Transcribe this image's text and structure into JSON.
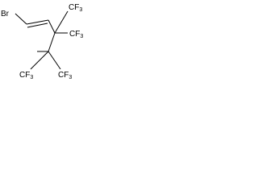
{
  "molecule": {
    "atoms": {
      "br": "Br",
      "cf3_top": "CF",
      "cf3_top_sub": "3",
      "cf3_right": "CF",
      "cf3_right_sub": "3",
      "cf3_bottom_left": "F",
      "cf3_bottom_left_sub": "3",
      "cf3_bottom_left_prefix": "C",
      "cf3_bottom_right": "CF",
      "cf3_bottom_right_sub": "3"
    },
    "colors": {
      "bond": "#000000",
      "label": "#000000",
      "background": "#ffffff"
    }
  }
}
